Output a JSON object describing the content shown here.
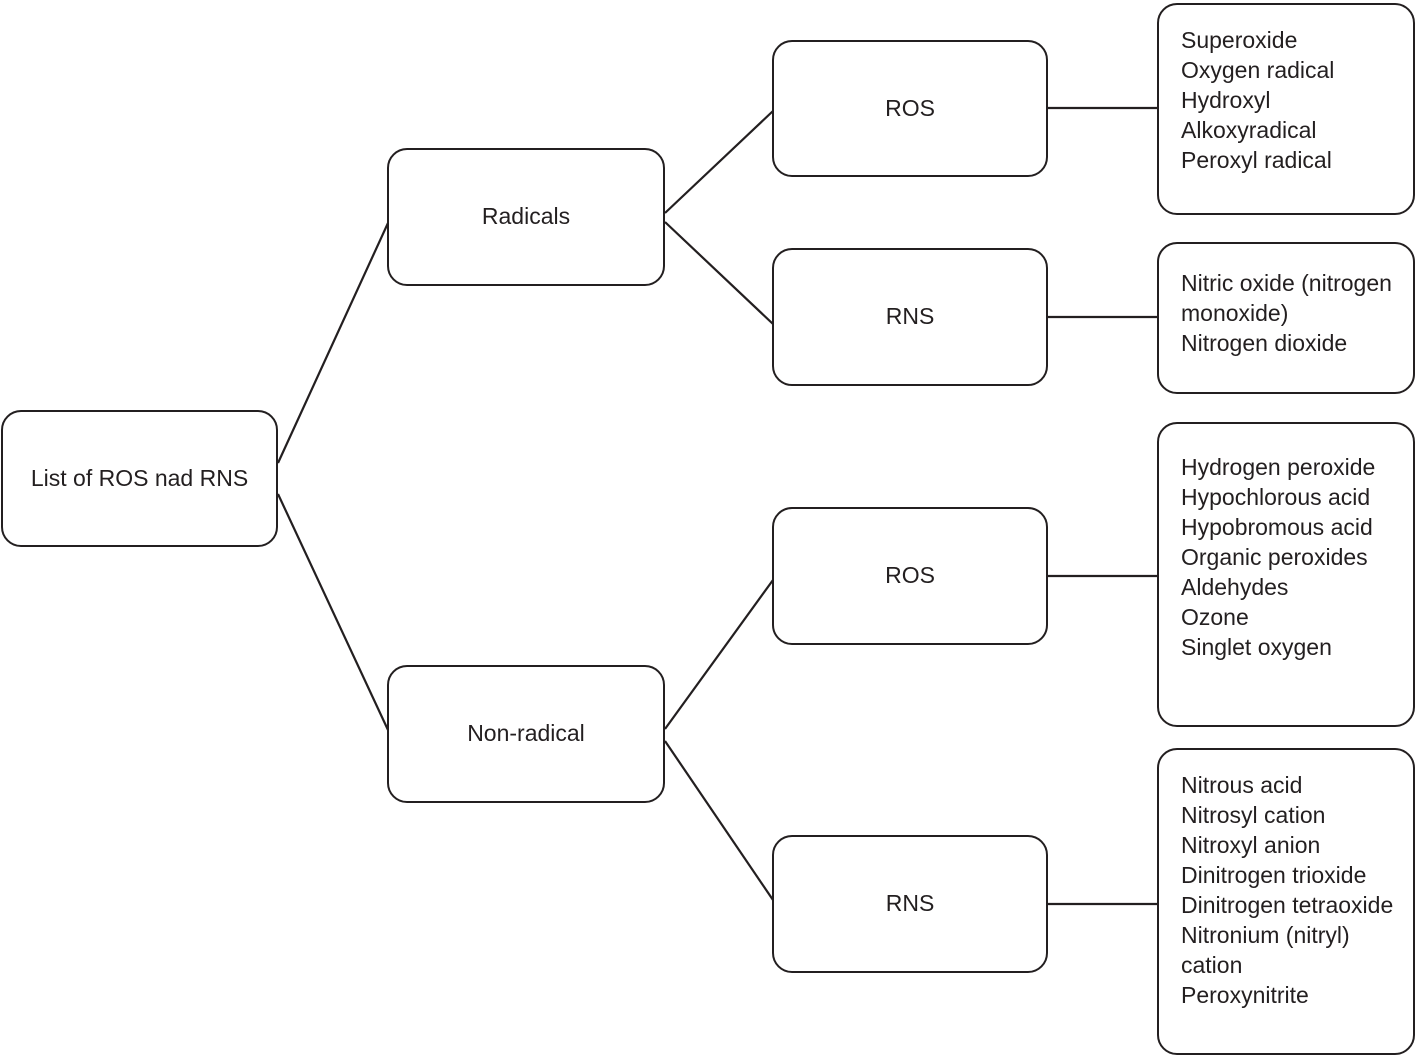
{
  "diagram": {
    "root_label": "List of ROS nad RNS",
    "level1": {
      "radicals_label": "Radicals",
      "nonradical_label": "Non-radical"
    },
    "level2": {
      "radicals_ros_label": "ROS",
      "radicals_rns_label": "RNS",
      "nonradical_ros_label": "ROS",
      "nonradical_rns_label": "RNS"
    },
    "lists": {
      "radicals_ros": [
        "Superoxide",
        "Oxygen radical",
        "Hydroxyl",
        "Alkoxyradical",
        "Peroxyl radical"
      ],
      "radicals_rns": [
        "Nitric oxide (nitrogen monoxide)",
        "Nitrogen dioxide"
      ],
      "nonradical_ros": [
        "Hydrogen peroxide",
        "Hypochlorous acid",
        "Hypobromous acid",
        "Organic peroxides",
        "Aldehydes",
        "Ozone",
        "Singlet oxygen"
      ],
      "nonradical_rns": [
        "Nitrous acid",
        "Nitrosyl cation",
        "Nitroxyl anion",
        "Dinitrogen trioxide",
        "Dinitrogen tetraoxide",
        "Nitronium (nitryl) cation",
        "Peroxynitrite"
      ]
    },
    "colors": {
      "stroke": "#231f20",
      "text": "#231f20",
      "background": "#ffffff"
    }
  }
}
